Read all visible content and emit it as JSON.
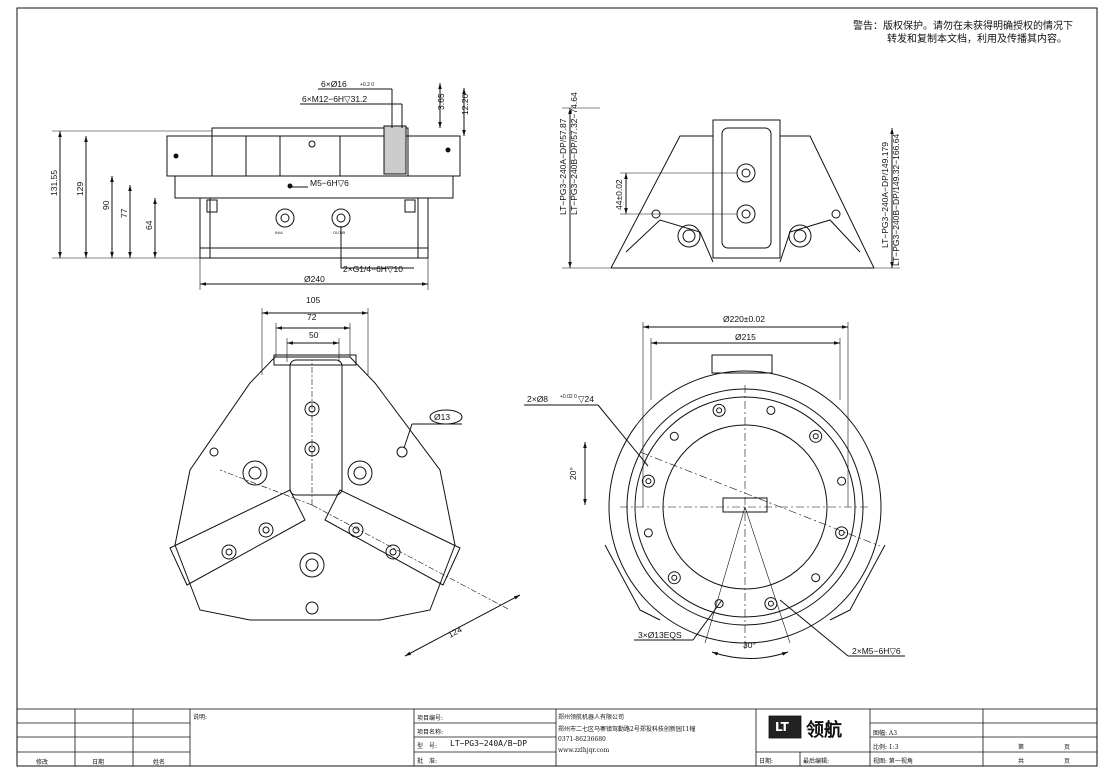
{
  "warning": {
    "prefix": "警告：",
    "line1": "版权保护。请勿在未获得明确授权的情况下",
    "line2": "转发和复制本文档，利用及传播其内容。"
  },
  "dims": {
    "d_131": "131.55",
    "d_129": "129",
    "d_90": "90",
    "d_77": "77",
    "d_64": "64",
    "d_365": "3.65",
    "d_1220": "12.20",
    "holes16": "6×Ø16",
    "holes16_tol": "+0.2 0",
    "m12": "6×M12−6H▽31.2",
    "m5": "M5−6H▽6",
    "g14": "2×G1/4−6H▽10",
    "d240": "Ø240",
    "lt_a1": "LT−PG3−240A−DP/57.87",
    "lt_b1": "LT−PG3−240B−DP/57.32−74.64",
    "d44": "44±0.02",
    "lt_a2": "LT−PG3−240A−DP/149.179",
    "lt_b2": "LT−PG3−240B−DP/149.32−166.64",
    "d105": "105",
    "d72": "72",
    "d50": "50",
    "d13": "Ø13",
    "d124": "124",
    "d220": "Ø220±0.02",
    "d215": "Ø215",
    "d8": "2×Ø8",
    "d8_tol": "+0.02 0",
    "d8_depth": "▽24",
    "a20": "20°",
    "eqs": "3×Ø13EQS",
    "a30": "30°",
    "m5b": "2×M5−6H▽6",
    "port_a": "IN/A",
    "port_b": "OUT/B"
  },
  "titleblock": {
    "note_label": "说明:",
    "drawing_no_label": "项目编号:",
    "project_name_label": "项目名称:",
    "model_label": "型　号:",
    "model_value": "LT−PG3−240A/B−DP",
    "approve_label": "批　准:",
    "company": "郑州领航机器人有限公司",
    "address": "郑州市二七区马寨镇驾勤路2号郑投科技创新园11幢",
    "phone": "0371-86236680",
    "website": "www.zzlhjqr.com",
    "logo_mark": "LT",
    "logo_text": "领航",
    "sheet_size": "图幅: A3",
    "scale": "比例: 1:3",
    "view": "视图: 第一视角",
    "sheet_label": "第",
    "page_unit": "页",
    "total_label": "共",
    "date_label": "日期:",
    "last_edit_label": "最后编辑:",
    "rev_label": "修改",
    "date_col": "日期",
    "name_col": "姓名"
  }
}
